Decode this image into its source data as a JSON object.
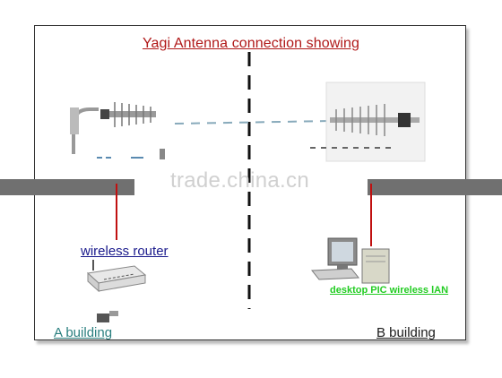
{
  "title": "Yagi Antenna connection showing",
  "labels": {
    "router": "wireless router",
    "desktop": "desktop PIC wireless lAN",
    "building_a": "A building",
    "building_b": "B building"
  },
  "watermark": "trade.china.cn",
  "colors": {
    "title": "#b01818",
    "cable": "#c01010",
    "router_label": "#1a1a8c",
    "desktop_label": "#22cc22",
    "building_a_label": "#2a7f7f"
  },
  "icons": [
    "yagi-antenna-icon",
    "wireless-router-icon",
    "desktop-computer-icon",
    "network-adapter-icon"
  ]
}
